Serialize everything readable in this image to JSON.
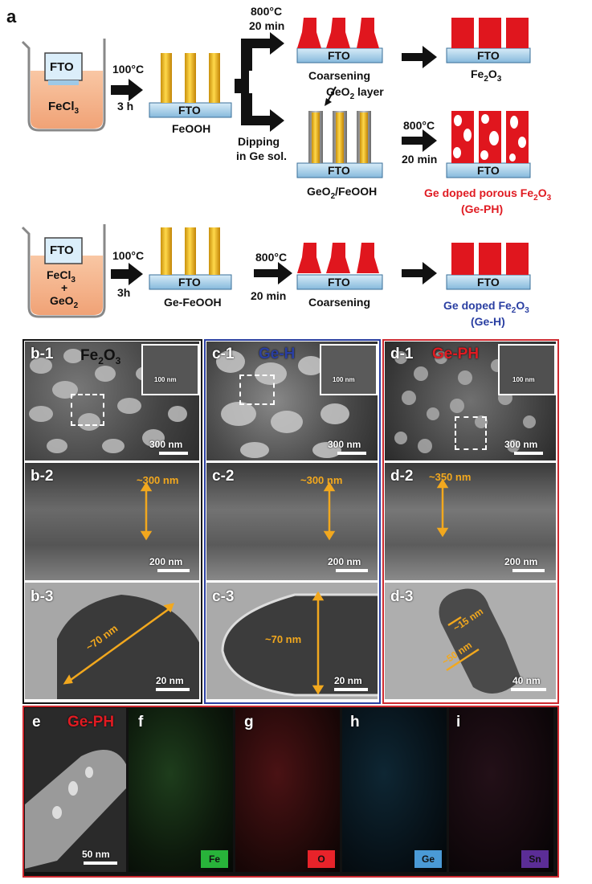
{
  "panel_a": {
    "label": "a",
    "beaker_fto": "FTO",
    "beaker1_solution": "FeCl",
    "beaker1_solution_sub": "3",
    "step1_temp": "100°C",
    "step1_time": "3 h",
    "substrate": "FTO",
    "feooh_label": "FeOOH",
    "anneal_temp": "800°C",
    "anneal_time": "20 min",
    "coarsening": "Coarsening",
    "fe2o3_main": "Fe",
    "fe2o3_sub1": "2",
    "fe2o3_o": "O",
    "fe2o3_sub2": "3",
    "geo2_layer_main": "GeO",
    "geo2_layer_sub": "2",
    "geo2_layer_rest": " layer",
    "dipping": "Dipping",
    "in_ge_sol": "in Ge sol.",
    "geo2_feooh_main": "GeO",
    "geo2_feooh_sub": "2",
    "geo2_feooh_rest": "/FeOOH",
    "anneal2_temp": "800°C",
    "anneal2_time": "20 min",
    "ge_porous_main": "Ge doped porous Fe",
    "ge_porous_sub1": "2",
    "ge_porous_o": "O",
    "ge_porous_sub2": "3",
    "ge_ph_paren": "(Ge-PH)",
    "beaker2_fecl": "FeCl",
    "beaker2_fecl_sub": "3",
    "beaker2_plus": "+",
    "beaker2_geo": "GeO",
    "beaker2_geo_sub": "2",
    "step3_temp": "100°C",
    "step3_time": "3h",
    "ge_feooh": "Ge-FeOOH",
    "anneal3_temp": "800°C",
    "anneal3_time": "20 min",
    "coarsening2": "Coarsening",
    "ge_doped_main": "Ge doped Fe",
    "ge_doped_sub1": "2",
    "ge_doped_o": "O",
    "ge_doped_sub2": "3",
    "ge_h_paren": "(Ge-H)"
  },
  "panels": {
    "b1": {
      "label": "b-1",
      "name_main": "Fe",
      "name_sub1": "2",
      "name_o": "O",
      "name_sub2": "3",
      "inset_scale": "100 nm",
      "scale": "300 nm"
    },
    "c1": {
      "label": "c-1",
      "name": "Ge-H",
      "inset_scale": "100 nm",
      "scale": "300 nm"
    },
    "d1": {
      "label": "d-1",
      "name": "Ge-PH",
      "inset_scale": "100 nm",
      "scale": "300 nm"
    },
    "b2": {
      "label": "b-2",
      "thickness": "~300 nm",
      "scale": "200 nm"
    },
    "c2": {
      "label": "c-2",
      "thickness": "~300 nm",
      "scale": "200 nm"
    },
    "d2": {
      "label": "d-2",
      "thickness": "~350 nm",
      "scale": "200 nm"
    },
    "b3": {
      "label": "b-3",
      "diameter": "~70 nm",
      "scale": "20 nm"
    },
    "c3": {
      "label": "c-3",
      "diameter": "~70 nm",
      "scale": "20 nm"
    },
    "d3": {
      "label": "d-3",
      "pore": "~15 nm",
      "diameter": "~50 nm",
      "scale": "40 nm"
    }
  },
  "eds": {
    "e_label": "e",
    "e_name": "Ge-PH",
    "e_scale": "50 nm",
    "f_label": "f",
    "f_elem": "Fe",
    "g_label": "g",
    "g_elem": "O",
    "h_label": "h",
    "h_elem": "Ge",
    "i_label": "i",
    "i_elem": "Sn"
  },
  "colors": {
    "red": "#e01b22",
    "blue": "#2a3fa2",
    "gold": "#f2a81e",
    "fe_green": "#28b33a",
    "o_red": "#e8232a",
    "ge_blue": "#4a9ad6",
    "sn_purple": "#5b2d96"
  }
}
